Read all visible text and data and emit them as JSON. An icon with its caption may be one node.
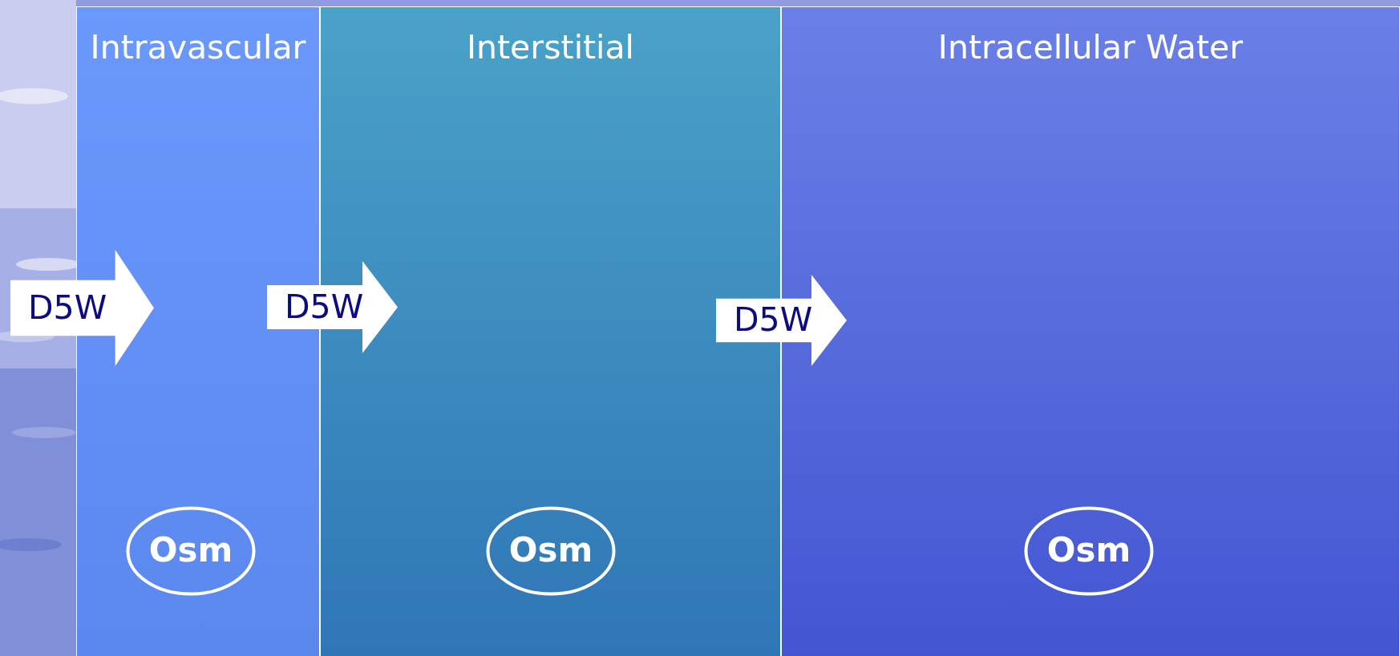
{
  "diagram": {
    "nodes": [
      {
        "text": [
          "Intravascular"
        ]
      },
      {
        "text": [
          "Interstitial"
        ]
      },
      {
        "text": [
          "Intracellular Water"
        ]
      },
      {
        "text": [
          "D5W"
        ]
      },
      {
        "text": [
          "D5W"
        ]
      },
      {
        "text": [
          "D5W"
        ]
      },
      {
        "text": [
          "Osm"
        ],
        "in": 0
      },
      {
        "text": [
          "Osm"
        ],
        "in": 1
      },
      {
        "text": [
          "Osm"
        ],
        "in": 2
      }
    ]
  }
}
